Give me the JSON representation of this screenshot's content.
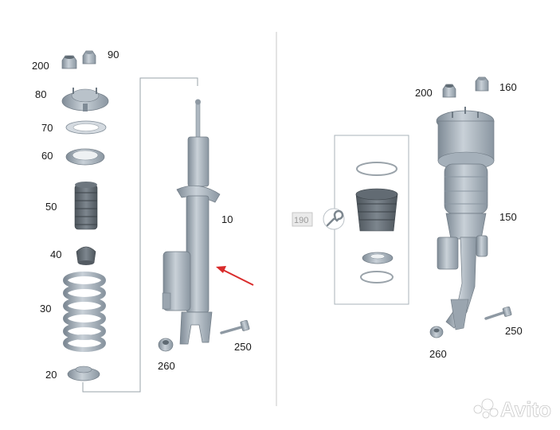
{
  "labels": {
    "l200a": "200",
    "l90": "90",
    "l80": "80",
    "l70": "70",
    "l60": "60",
    "l50": "50",
    "l40": "40",
    "l30": "30",
    "l20": "20",
    "l10": "10",
    "l260a": "260",
    "l250a": "250",
    "l190": "190",
    "l200b": "200",
    "l160": "160",
    "l150": "150",
    "l260b": "260",
    "l250b": "250"
  },
  "watermark": "Avito",
  "colors": {
    "part": "#a9b4be",
    "part_dark": "#7f8b96",
    "part_light": "#c9d1d8",
    "arrow": "#d92b2b"
  }
}
